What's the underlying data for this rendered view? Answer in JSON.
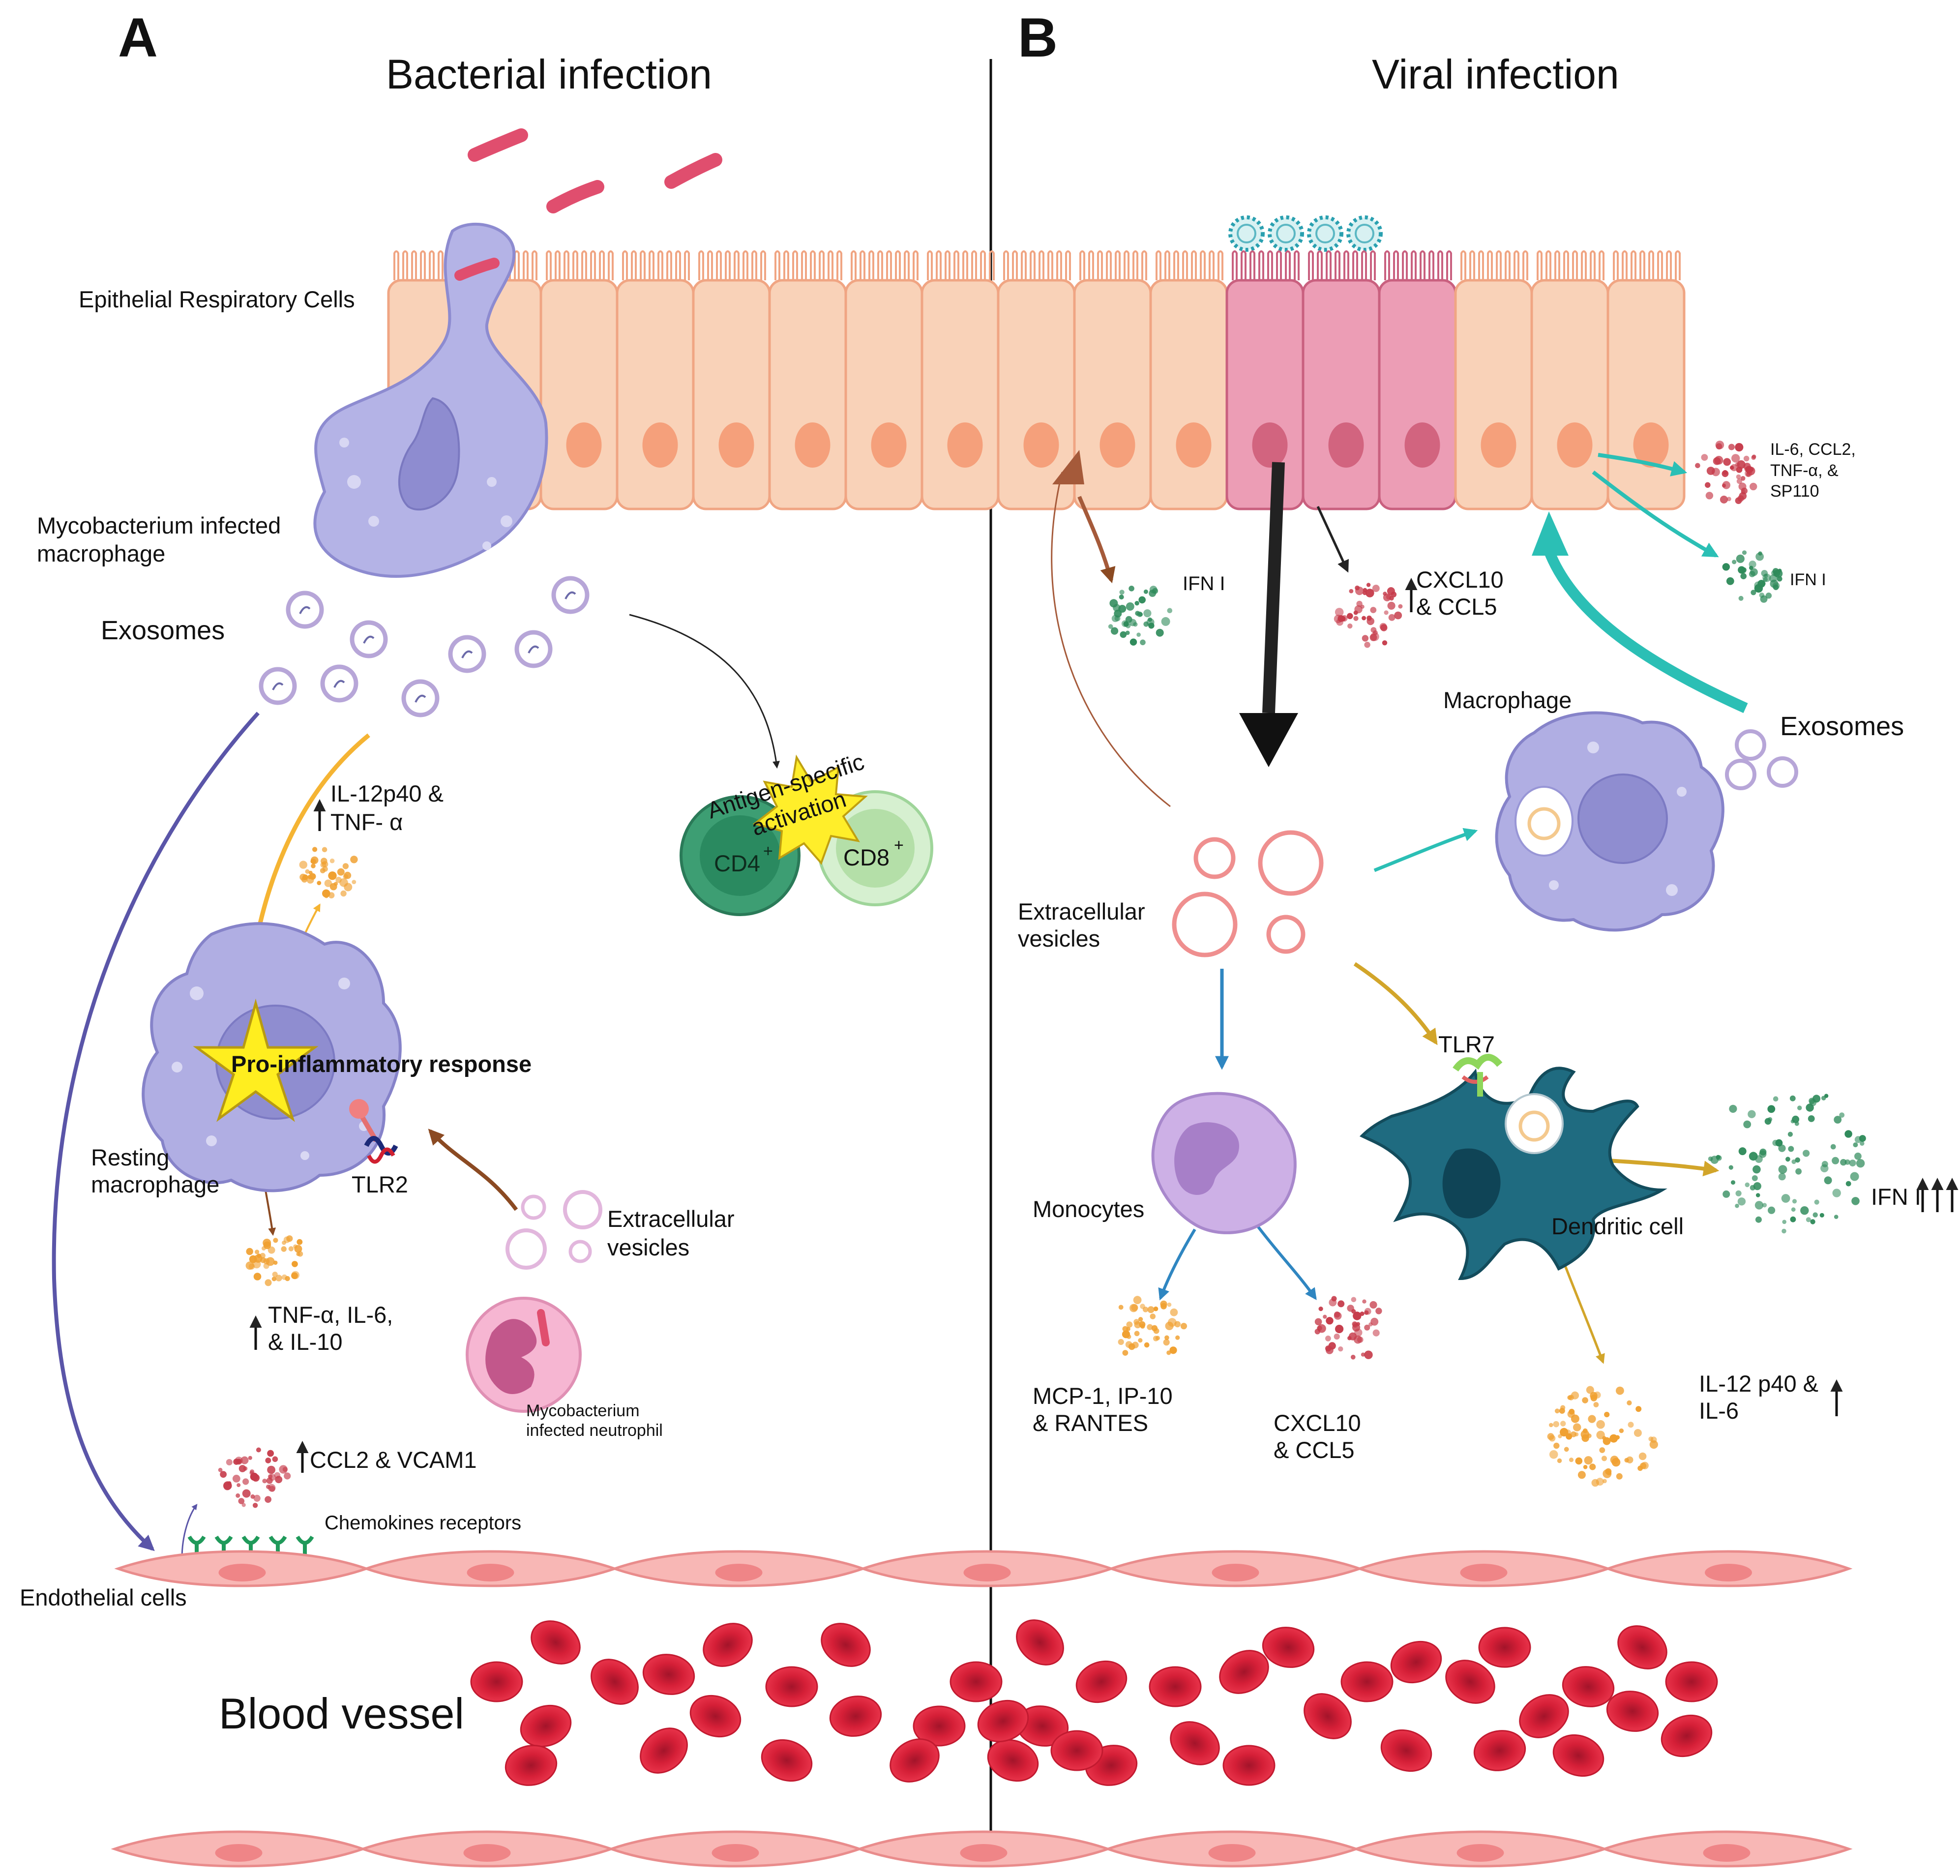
{
  "panels": {
    "a": "A",
    "b": "B"
  },
  "titles": {
    "bacterial": "Bacterial infection",
    "viral": "Viral infection"
  },
  "left": {
    "epithelial": "Epithelial Respiratory Cells",
    "infected_macrophage": [
      "Mycobacterium infected",
      "macrophage"
    ],
    "exosomes": "Exosomes",
    "cytokines_top": [
      "IL-12p40 &",
      "TNF- α"
    ],
    "pro_inflammatory": "Pro-inflammatory response",
    "resting_macrophage": [
      "Resting",
      "macrophage"
    ],
    "tlr2": "TLR2",
    "cytokines_bottom": [
      "TNF-α, IL-6,",
      "& IL-10"
    ],
    "extracellular_vesicles": [
      "Extracellular",
      "vesicles"
    ],
    "infected_neutrophil": [
      "Mycobacterium",
      "infected neutrophil"
    ],
    "antigen_activation": [
      "Antigen-specific",
      "activation"
    ],
    "cd4": "CD4",
    "cd8": "CD8",
    "plus": "+",
    "ccl2_vcam": "CCL2 & VCAM1",
    "chemokine_receptors": "Chemokines receptors",
    "endothelial": "Endothelial cells",
    "blood_vessel": "Blood vessel"
  },
  "right": {
    "ifn_i_left": "IFN I",
    "cxcl10_top": [
      "CXCL10",
      "& CCL5"
    ],
    "il6_group": [
      "IL-6, CCL2,",
      "TNF-α, &",
      "SP110"
    ],
    "ifn_i_right": "IFN I",
    "macrophage": "Macrophage",
    "exosomes": "Exosomes",
    "extracellular_vesicles": [
      "Extracellular",
      "vesicles"
    ],
    "tlr7": "TLR7",
    "monocytes": "Monocytes",
    "dendritic": "Dendritic cell",
    "ifn_i_high": "IFN I",
    "mcp": [
      "MCP-1, IP-10",
      "& RANTES"
    ],
    "cxcl10_bottom": [
      "CXCL10",
      "& CCL5"
    ],
    "il12": [
      "IL-12 p40 &",
      "IL-6"
    ]
  },
  "colors": {
    "epithelium": "#f9d3bb",
    "infected_epithelium": "#e9a0b4",
    "macrophage": "#b2b2e6",
    "endothelium": "#f7b7b7",
    "rbc": "#e0263d",
    "teal_arrow": "#2bbfb5",
    "gold_arrow": "#d2a52a",
    "blue_arrow": "#2f86c1",
    "brown_arrow": "#8b4a22",
    "purple_arrow": "#5a55a8",
    "orange_arrow": "#f5b433",
    "cd4": "#3a9e73",
    "cd8": "#b6e3b4",
    "dendritic": "#1f6b80"
  }
}
